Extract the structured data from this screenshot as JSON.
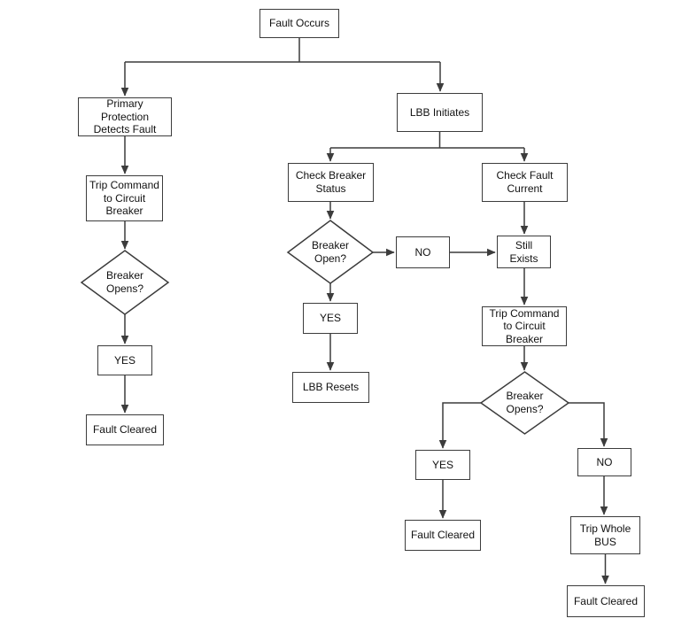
{
  "diagram": {
    "title": "LBB fault clearing flowchart",
    "background_color": "#ffffff",
    "stroke_color": "#3c3c3c",
    "nodes": {
      "fault_occurs": {
        "label": "Fault Occurs",
        "shape": "rect"
      },
      "primary_protection": {
        "label": "Primary Protection Detects Fault",
        "shape": "rect"
      },
      "trip_command_left": {
        "label": "Trip Command to Circuit Breaker",
        "shape": "rect"
      },
      "breaker_opens_left": {
        "label": "Breaker Opens?",
        "shape": "diamond"
      },
      "yes_left": {
        "label": "YES",
        "shape": "rect"
      },
      "fault_cleared_left": {
        "label": "Fault Cleared",
        "shape": "rect"
      },
      "lbb_initiates": {
        "label": "LBB Initiates",
        "shape": "rect"
      },
      "check_breaker_status": {
        "label": "Check Breaker Status",
        "shape": "rect"
      },
      "check_fault_current": {
        "label": "Check Fault Current",
        "shape": "rect"
      },
      "breaker_open_mid": {
        "label": "Breaker Open?",
        "shape": "diamond"
      },
      "no_mid": {
        "label": "NO",
        "shape": "rect"
      },
      "still_exists": {
        "label": "Still Exists",
        "shape": "rect"
      },
      "yes_mid": {
        "label": "YES",
        "shape": "rect"
      },
      "lbb_resets": {
        "label": "LBB Resets",
        "shape": "rect"
      },
      "trip_command_right": {
        "label": "Trip Command to Circuit Breaker",
        "shape": "rect"
      },
      "breaker_opens_right": {
        "label": "Breaker Opens?",
        "shape": "diamond"
      },
      "yes_right": {
        "label": "YES",
        "shape": "rect"
      },
      "fault_cleared_mid": {
        "label": "Fault Cleared",
        "shape": "rect"
      },
      "no_right": {
        "label": "NO",
        "shape": "rect"
      },
      "trip_whole_bus": {
        "label": "Trip Whole BUS",
        "shape": "rect"
      },
      "fault_cleared_right": {
        "label": "Fault Cleared",
        "shape": "rect"
      }
    },
    "edges": [
      "Fault Occurs -> Primary Protection Detects Fault",
      "Fault Occurs -> LBB Initiates",
      "Primary Protection Detects Fault -> Trip Command to Circuit Breaker",
      "Trip Command to Circuit Breaker -> Breaker Opens?",
      "Breaker Opens? -> YES",
      "YES -> Fault Cleared",
      "LBB Initiates -> Check Breaker Status",
      "LBB Initiates -> Check Fault Current",
      "Check Breaker Status -> Breaker Open?",
      "Breaker Open? -> NO",
      "NO -> Still Exists",
      "Check Fault Current -> Still Exists",
      "Breaker Open? -> YES",
      "YES -> LBB Resets",
      "Still Exists -> Trip Command to Circuit Breaker",
      "Trip Command to Circuit Breaker -> Breaker Opens?",
      "Breaker Opens? -> YES",
      "YES -> Fault Cleared",
      "Breaker Opens? -> NO",
      "NO -> Trip Whole BUS",
      "Trip Whole BUS -> Fault Cleared"
    ]
  }
}
